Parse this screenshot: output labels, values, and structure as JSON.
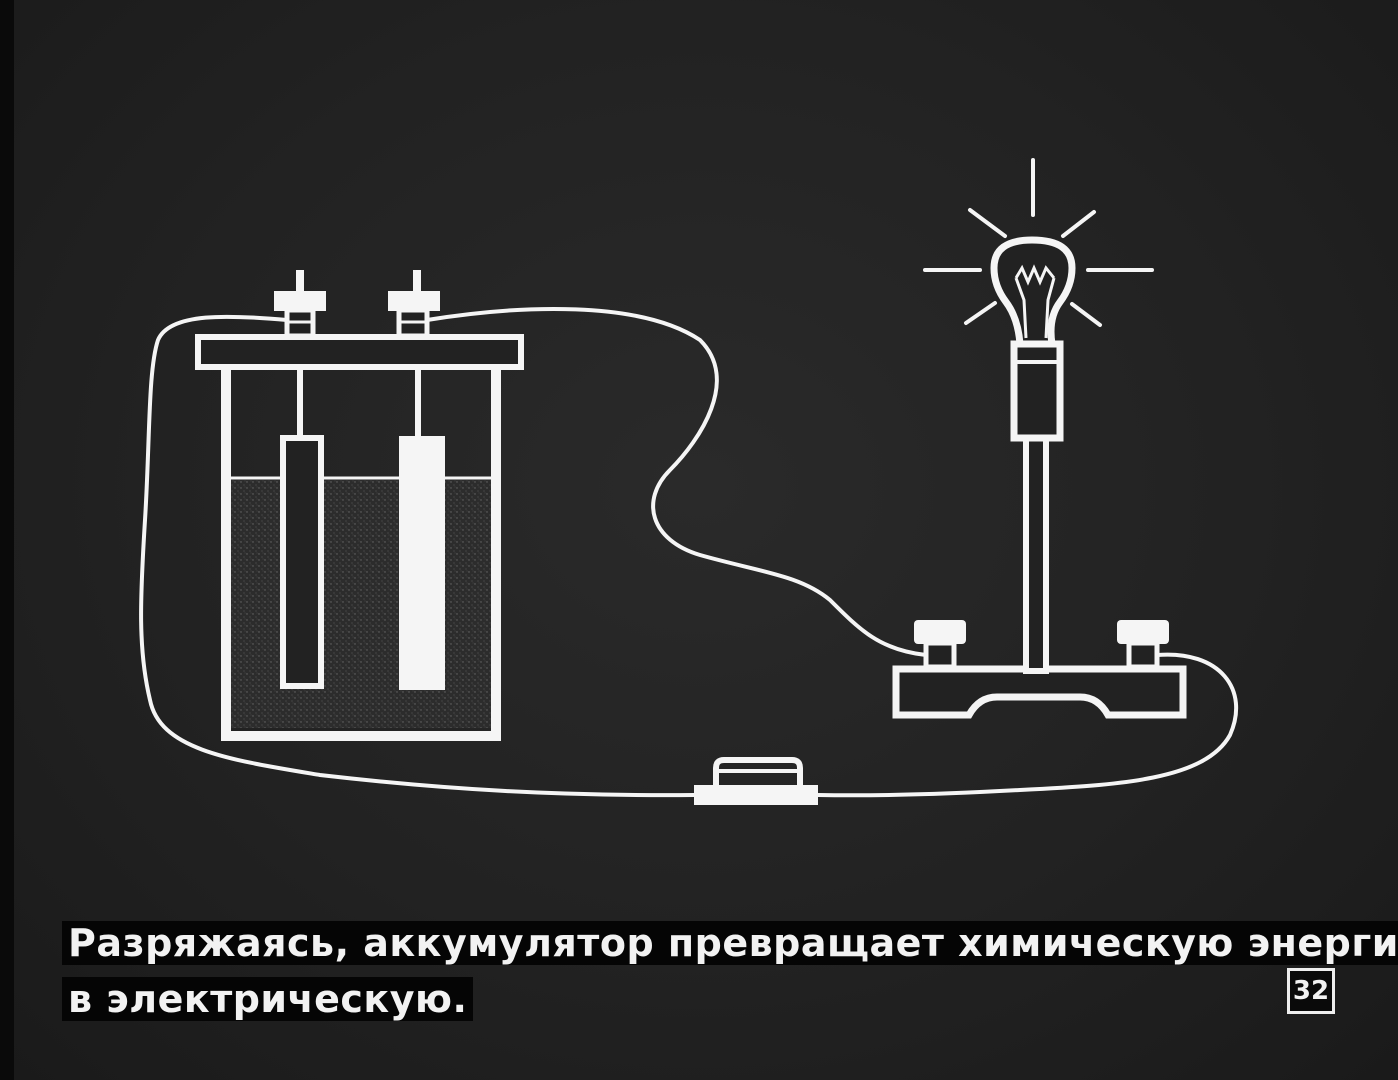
{
  "caption": {
    "line1": "Разряжаясь, аккумулятор превращает химическую энергию",
    "line2": "в электрическую."
  },
  "page_number": "32",
  "diagram": {
    "elements": [
      "accumulator-cell",
      "light-bulb-stand",
      "switch",
      "connecting-wire"
    ]
  },
  "colors": {
    "background": "#222222",
    "line": "#f5f5f5",
    "electrolyte": "#3a3a3a"
  }
}
